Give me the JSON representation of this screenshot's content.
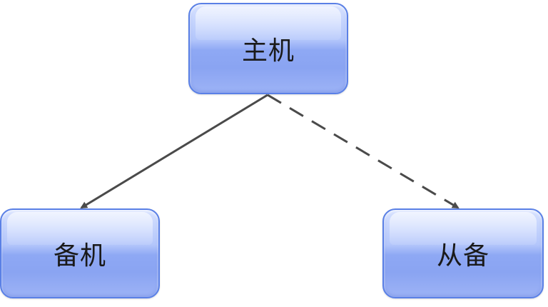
{
  "nodes": {
    "host": {
      "label": "主机"
    },
    "backup": {
      "label": "备机"
    },
    "slave": {
      "label": "从备"
    }
  },
  "edges": [
    {
      "from": "host",
      "to": "backup",
      "style": "solid"
    },
    {
      "from": "host",
      "to": "slave",
      "style": "dashed"
    }
  ],
  "colors": {
    "node_border": "#5a80e6",
    "node_fill": "#9db3f6",
    "edge": "#4a4a4a",
    "background": "#ffffff"
  }
}
